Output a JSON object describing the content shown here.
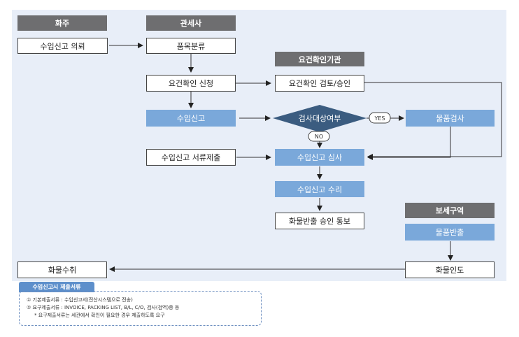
{
  "headers": {
    "consignee": "화주",
    "customs_broker": "관세사",
    "requirement_agency": "요건확인기관",
    "bonded_area": "보세구역"
  },
  "boxes": {
    "import_request": "수입신고 의뢰",
    "item_classification": "품목분류",
    "requirement_apply": "요건확인 신청",
    "requirement_review": "요건확인 검토/승인",
    "import_declaration": "수입신고",
    "inspection_decision": "검사대상여부",
    "goods_inspection": "물품검사",
    "document_submit": "수입신고 서류제출",
    "declaration_review": "수입신고 심사",
    "declaration_accept": "수입신고 수리",
    "release_notice": "화물반출 승인 통보",
    "goods_release": "물품반출",
    "cargo_delivery": "화물인도",
    "cargo_receipt": "화물수취"
  },
  "labels": {
    "yes": "YES",
    "no": "NO"
  },
  "legend": {
    "title": "수입신고시 제출서류",
    "line1": "① 기본제출서류 : 수입신고서(전산시스템으로 전송)",
    "line2": "② 요구제출서류 : INVOICE, PACKING LIST, B/L, C/O, 검사(검역)증 등",
    "line3": "* 요구제출서류는 세관에서 확인이 필요한 경우 제출하도록 요구"
  },
  "colors": {
    "header_gray": "#6e6e70",
    "process_blue": "#7aa8da",
    "decision_navy": "#3b5c80",
    "panel_bg": "#e8eef8"
  }
}
